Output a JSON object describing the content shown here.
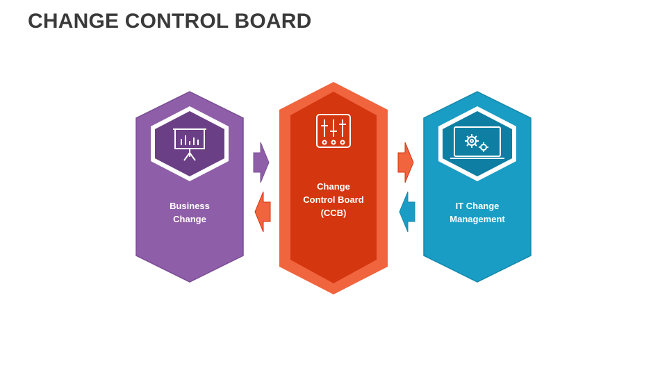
{
  "title": "CHANGE CONTROL BOARD",
  "colors": {
    "purple": "#8e5fa8",
    "purple_dark": "#6b3f85",
    "red": "#d4360f",
    "red_light": "#f0643e",
    "blue": "#1a9dc4",
    "blue_dark": "#0f7ea3"
  },
  "blocks": [
    {
      "id": "business-change",
      "lines": [
        "Business",
        "Change"
      ],
      "icon": "presentation-chart-icon"
    },
    {
      "id": "ccb",
      "lines": [
        "Change",
        "Control Board",
        "(CCB)"
      ],
      "icon": "sliders-icon"
    },
    {
      "id": "it-change",
      "lines": [
        "IT Change",
        "Management"
      ],
      "icon": "laptop-gears-icon"
    }
  ]
}
